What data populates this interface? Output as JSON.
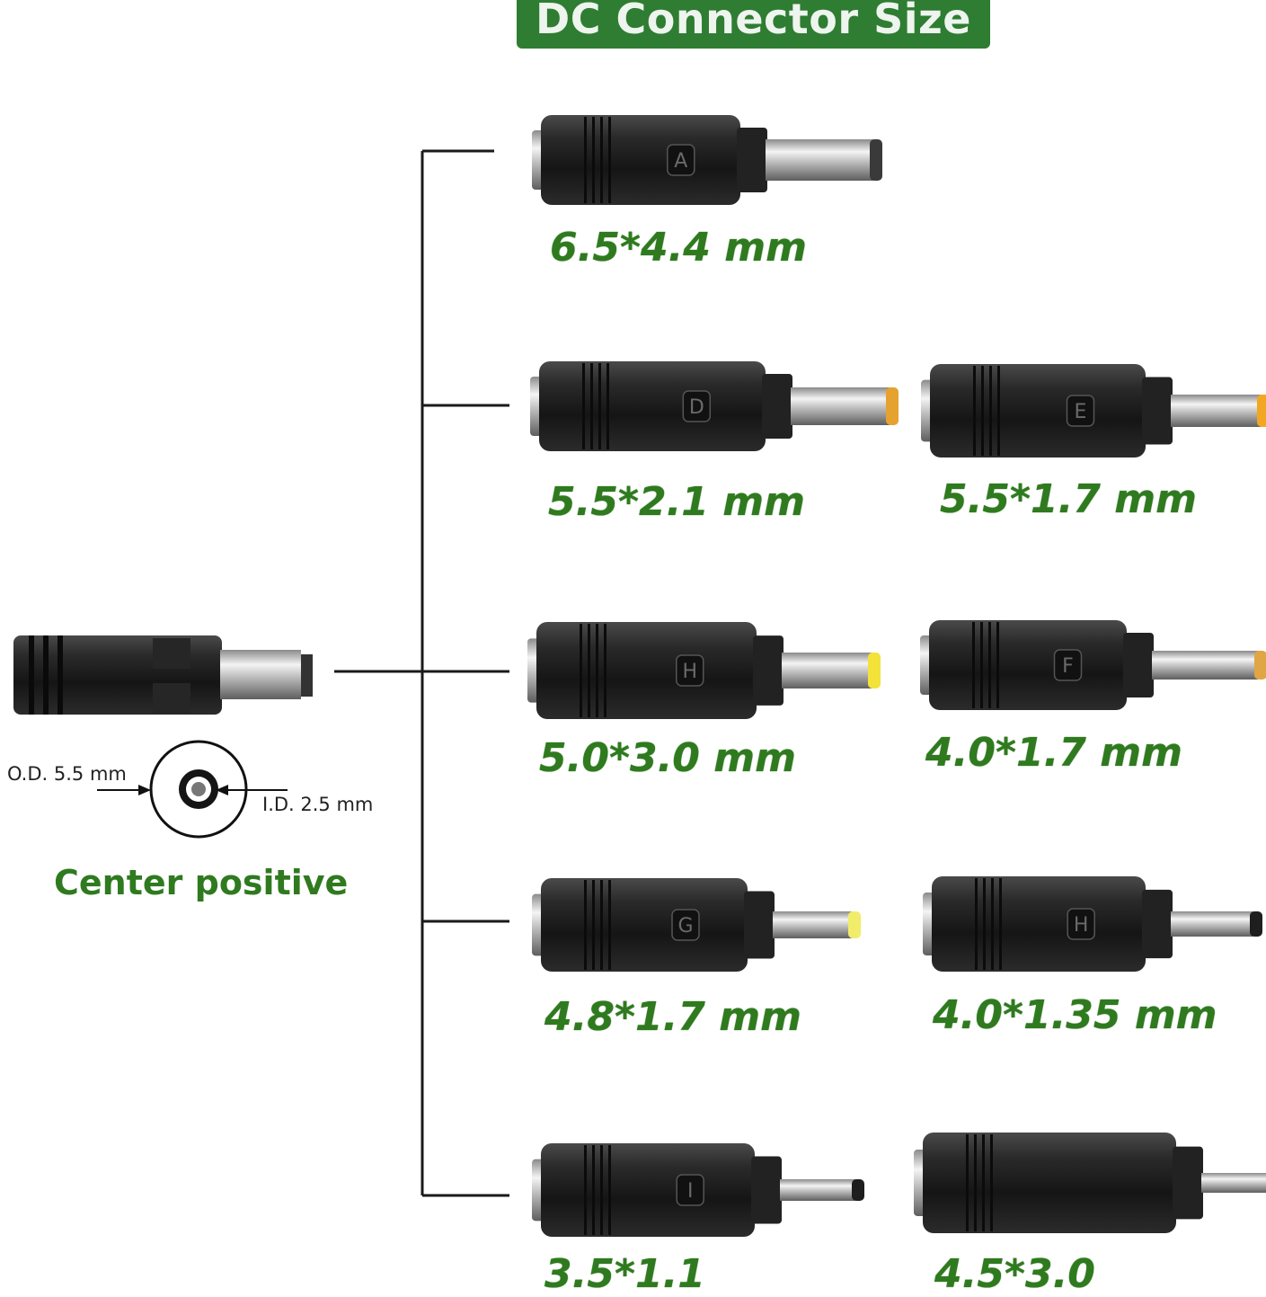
{
  "title": "DC Connector Size",
  "source_plug": {
    "od_label": "O.D.  5.5 mm",
    "id_label": "I.D.  2.5 mm",
    "polarity": "Center positive"
  },
  "tips": [
    {
      "letter": "A",
      "size": "6.5*4.4 mm",
      "tip_color": "#3a3a3a"
    },
    {
      "letter": "D",
      "size": "5.5*2.1 mm",
      "tip_color": "#e6a22e"
    },
    {
      "letter": "E",
      "size": "5.5*1.7 mm",
      "tip_color": "#f2a623"
    },
    {
      "letter": "H",
      "size": "5.0*3.0 mm",
      "tip_color": "#f3e23a"
    },
    {
      "letter": "F",
      "size": "4.0*1.7 mm",
      "tip_color": "#e0a544"
    },
    {
      "letter": "G",
      "size": "4.8*1.7 mm",
      "tip_color": "#f1ec6a"
    },
    {
      "letter": "H",
      "size": "4.0*1.35 mm",
      "tip_color": "#1e1e1e"
    },
    {
      "letter": "I",
      "size": "3.5*1.1",
      "tip_color": "#1e1e1e"
    },
    {
      "letter": "",
      "size": "4.5*3.0",
      "tip_color": "#4a90d9"
    }
  ]
}
